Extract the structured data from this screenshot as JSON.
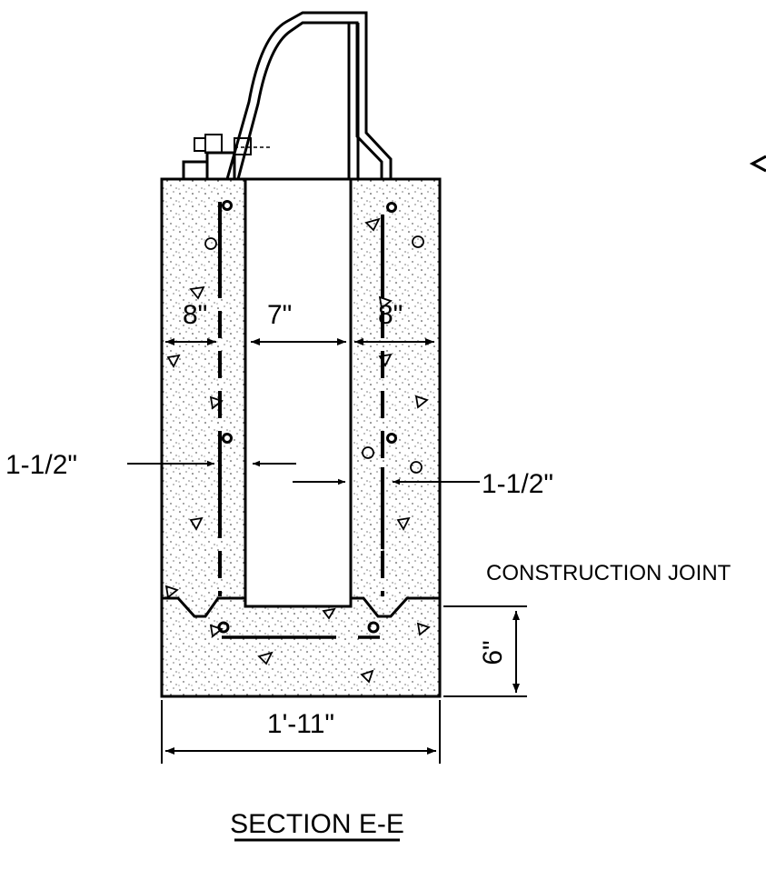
{
  "drawing": {
    "title": "SECTION E-E",
    "dimensions": {
      "left_wall": "8\"",
      "void": "7\"",
      "right_wall": "8\"",
      "left_cover": "1-1/2\"",
      "right_cover": "1-1/2\"",
      "base_height": "6\"",
      "total_width": "1'-11\""
    },
    "notes": {
      "construction_joint": "CONSTRUCTION JOINT"
    }
  }
}
